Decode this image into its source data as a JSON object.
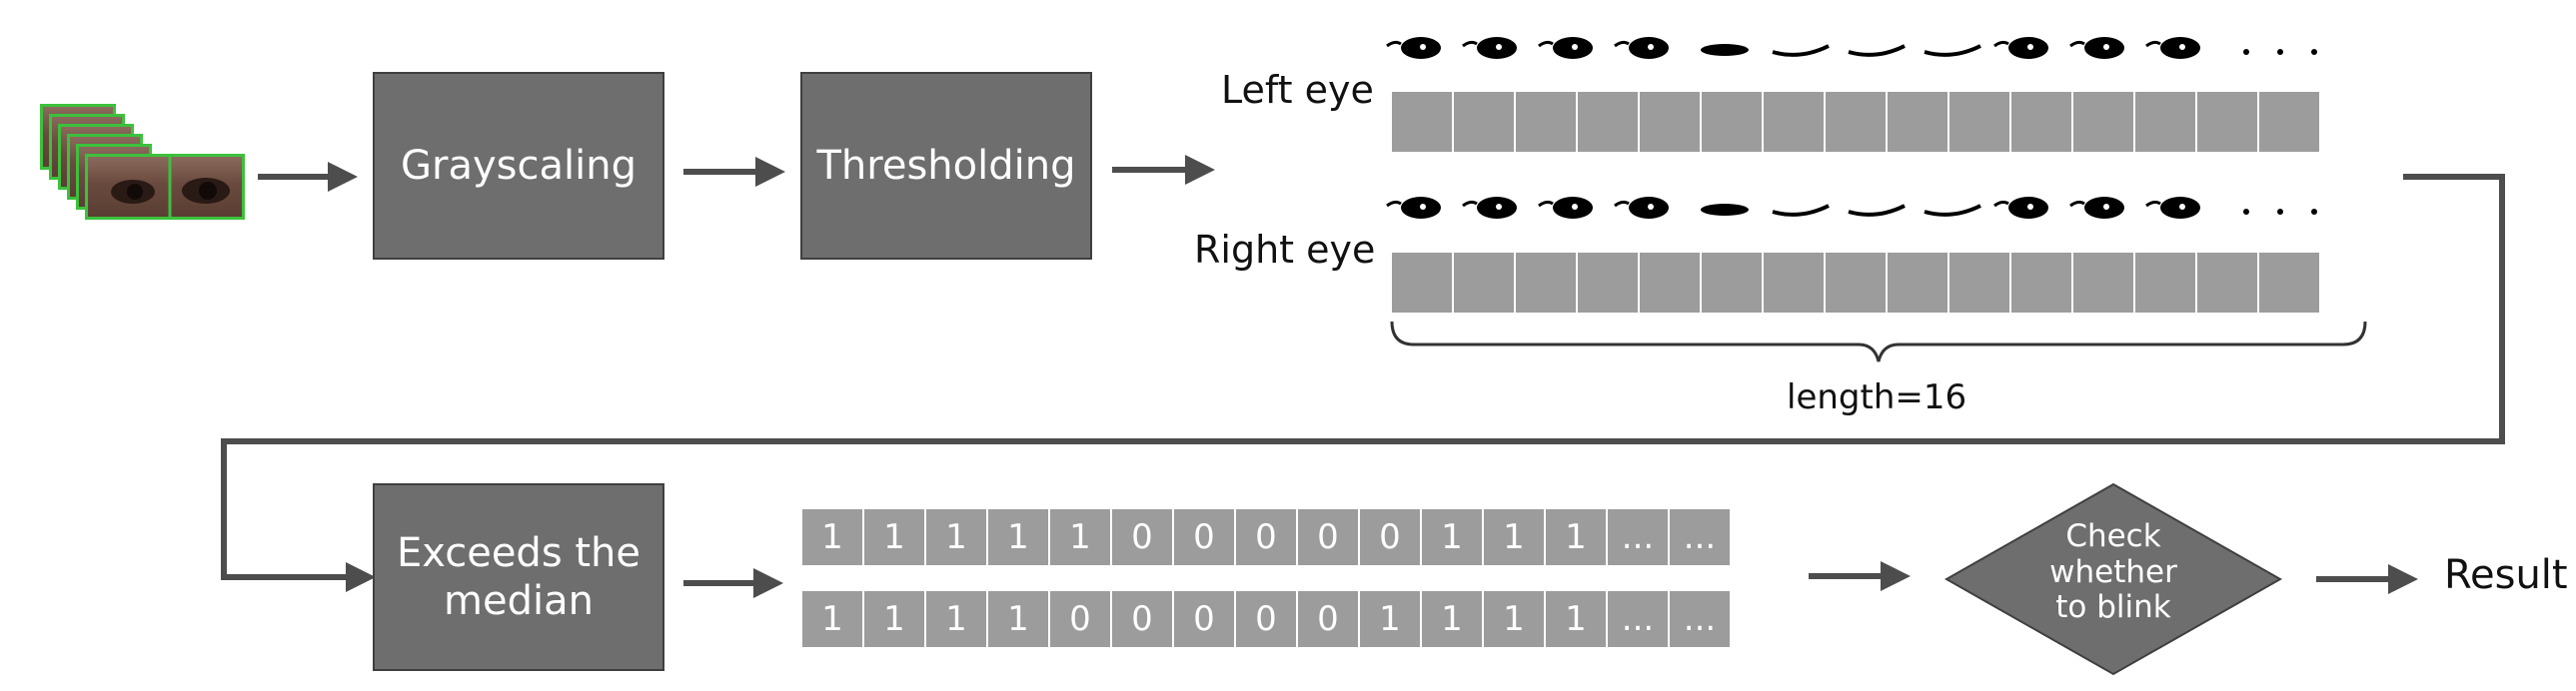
{
  "steps": {
    "grayscaling": "Grayscaling",
    "thresholding": "Thresholding",
    "exceeds_line1": "Exceeds the",
    "exceeds_line2": "median",
    "check_line1": "Check",
    "check_line2": "whether",
    "check_line3": "to blink",
    "result": "Result"
  },
  "eyes": {
    "left_label": "Left eye",
    "right_label": "Right eye",
    "cell_count": 15,
    "length_label": "length=16",
    "left_thumb_states": [
      "open",
      "open",
      "open",
      "open",
      "half",
      "closed",
      "closed",
      "closed",
      "open",
      "open",
      "open"
    ],
    "right_thumb_states": [
      "open",
      "open",
      "open",
      "open",
      "half",
      "closed",
      "closed",
      "closed",
      "open",
      "open",
      "open"
    ]
  },
  "sequences": {
    "row1": [
      "1",
      "1",
      "1",
      "1",
      "1",
      "0",
      "0",
      "0",
      "0",
      "0",
      "1",
      "1",
      "1",
      "...",
      "..."
    ],
    "row2": [
      "1",
      "1",
      "1",
      "1",
      "0",
      "0",
      "0",
      "0",
      "0",
      "1",
      "1",
      "1",
      "1",
      "...",
      "..."
    ]
  },
  "colors": {
    "box_fill": "#6e6e6e",
    "cell_fill": "#9c9c9c",
    "arrow": "#4d4d4d",
    "frame_border": "#3cc13c"
  }
}
